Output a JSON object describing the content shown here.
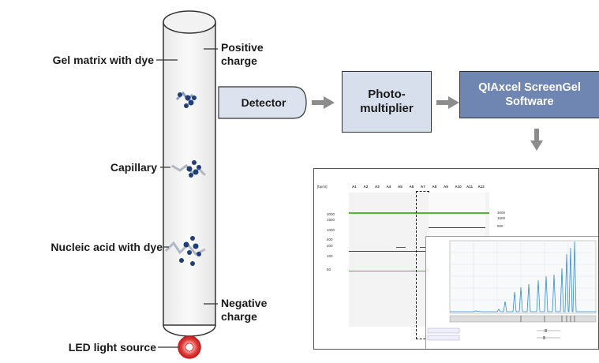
{
  "labels": {
    "gel_matrix": "Gel matrix with dye",
    "positive_charge": "Positive\ncharge",
    "capillary": "Capillary",
    "nucleic_acid": "Nucleic acid with dye",
    "negative_charge": "Negative\ncharge",
    "led": "LED light source"
  },
  "flow": {
    "detector": "Detector",
    "photomultiplier": "Photo-\nmultiplier",
    "software": "QIAxcel ScreenGel\nSoftware"
  },
  "colors": {
    "software_box": "#6f86b3",
    "detector_box": "#dde3ee",
    "photo_box": "#d7dfec",
    "dye_dot": "#1f3e7a",
    "led": "#e23b3b",
    "trace": "#2f8fd3"
  },
  "screen": {
    "header": "[bp/nt]",
    "lanes": [
      "A1",
      "A2",
      "A3",
      "A4",
      "A5",
      "A6",
      "A7",
      "A8",
      "A9",
      "A10",
      "A11",
      "A12"
    ],
    "left_ticks": [
      "3000",
      "1500",
      "1000",
      "500",
      "200",
      "100",
      "50"
    ],
    "right_labels": [
      "3000",
      "1500",
      "500"
    ]
  }
}
